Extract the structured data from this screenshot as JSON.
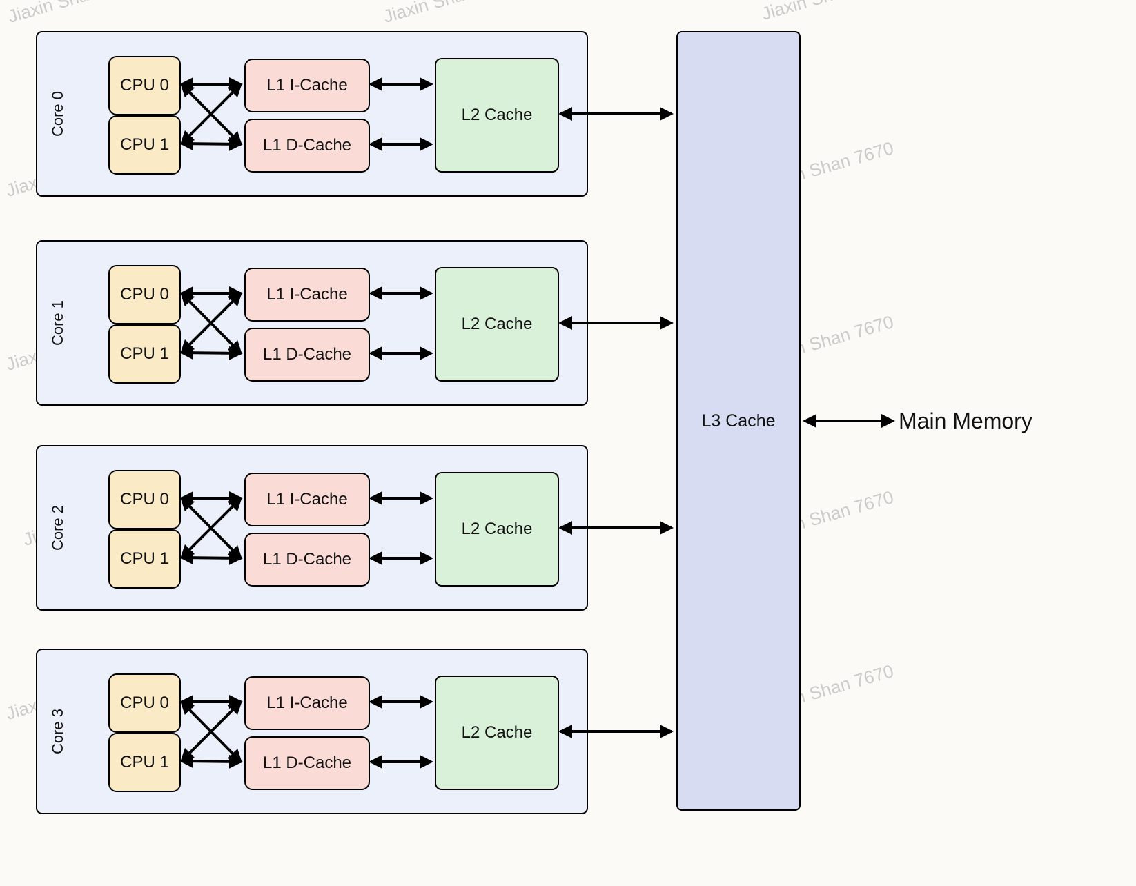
{
  "watermark": {
    "text": "Jiaxin Shan 7670"
  },
  "cores": [
    {
      "label": "Core 0",
      "cpu0": "CPU 0",
      "cpu1": "CPU 1",
      "l1i": "L1 I-Cache",
      "l1d": "L1 D-Cache",
      "l2": "L2 Cache"
    },
    {
      "label": "Core 1",
      "cpu0": "CPU 0",
      "cpu1": "CPU 1",
      "l1i": "L1 I-Cache",
      "l1d": "L1 D-Cache",
      "l2": "L2 Cache"
    },
    {
      "label": "Core 2",
      "cpu0": "CPU 0",
      "cpu1": "CPU 1",
      "l1i": "L1 I-Cache",
      "l1d": "L1 D-Cache",
      "l2": "L2 Cache"
    },
    {
      "label": "Core 3",
      "cpu0": "CPU 0",
      "cpu1": "CPU 1",
      "l1i": "L1 I-Cache",
      "l1d": "L1 D-Cache",
      "l2": "L2 Cache"
    }
  ],
  "l3": {
    "label": "L3 Cache"
  },
  "main_memory": {
    "label": "Main Memory"
  },
  "colors": {
    "core_bg": "#ecf0fa",
    "cpu_bg": "#fbeac6",
    "l1_bg": "#fbdbd6",
    "l2_bg": "#d9f0d9",
    "l3_bg": "#d7dcf2",
    "line": "#000000"
  }
}
